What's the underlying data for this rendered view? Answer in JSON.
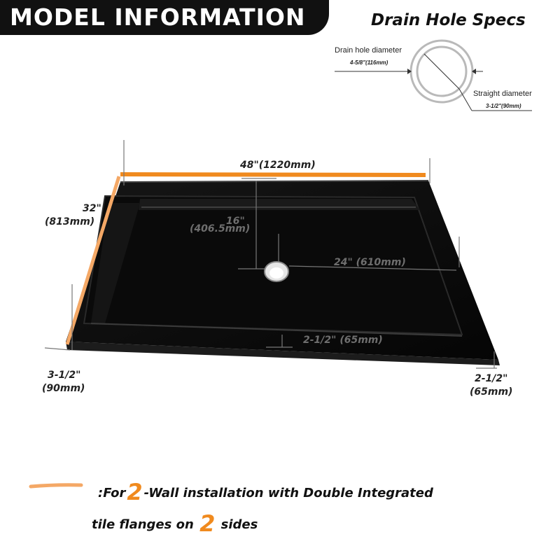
{
  "header": {
    "title": "MODEL INFORMATION"
  },
  "drain_specs": {
    "title": "Drain Hole Specs",
    "hole_diameter_label": "Drain hole diameter",
    "hole_diameter_value": "4-5/8\"(116mm)",
    "straight_diameter_label": "Straight diameter",
    "straight_diameter_value": "3-1/2\"(90mm)"
  },
  "dimensions": {
    "width": "48\"(1220mm)",
    "depth_in": "32\"",
    "depth_mm": "(813mm)",
    "drain_from_back_in": "16\"",
    "drain_from_back_mm": "(406.5mm)",
    "drain_from_side": "24\" (610mm)",
    "flange_front": "2-1/2\" (65mm)",
    "height_left_in": "3-1/2\"",
    "height_left_mm": "(90mm)",
    "height_right_in": "2-1/2\"",
    "height_right_mm": "(65mm)"
  },
  "note": {
    "line1_prefix": ":For",
    "line1_number": "2",
    "line1_suffix": "-Wall installation with Double  Integrated",
    "line2_prefix": "tile flanges on",
    "line2_number": "2",
    "line2_suffix": "sides"
  },
  "colors": {
    "accent": "#f08a1e",
    "accent_light": "#f4a866",
    "tray": "#0b0b0b",
    "banner": "#111111"
  }
}
